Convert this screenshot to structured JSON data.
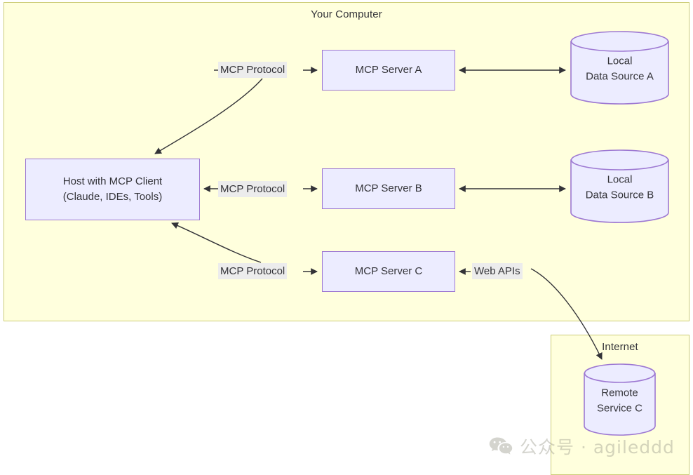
{
  "diagram": {
    "type": "architecture-flow",
    "groups": [
      {
        "id": "your-computer",
        "title": "Your Computer"
      },
      {
        "id": "internet",
        "title": "Internet"
      }
    ],
    "nodes": [
      {
        "id": "host",
        "shape": "rect",
        "line1": "Host with MCP Client",
        "line2": "(Claude, IDEs, Tools)"
      },
      {
        "id": "server-a",
        "shape": "rect",
        "line1": "MCP Server A"
      },
      {
        "id": "server-b",
        "shape": "rect",
        "line1": "MCP Server B"
      },
      {
        "id": "server-c",
        "shape": "rect",
        "line1": "MCP Server C"
      },
      {
        "id": "ds-a",
        "shape": "cylinder",
        "line1": "Local",
        "line2": "Data Source A"
      },
      {
        "id": "ds-b",
        "shape": "cylinder",
        "line1": "Local",
        "line2": "Data Source B"
      },
      {
        "id": "remote-c",
        "shape": "cylinder",
        "line1": "Remote",
        "line2": "Service C"
      }
    ],
    "edges": [
      {
        "id": "proto-a",
        "label": "MCP Protocol",
        "from": "host",
        "to": "server-a"
      },
      {
        "id": "proto-b",
        "label": "MCP Protocol",
        "from": "host",
        "to": "server-b"
      },
      {
        "id": "proto-c",
        "label": "MCP Protocol",
        "from": "host",
        "to": "server-c"
      },
      {
        "id": "ds-a-link",
        "label": "",
        "from": "server-a",
        "to": "ds-a"
      },
      {
        "id": "ds-b-link",
        "label": "",
        "from": "server-b",
        "to": "ds-b"
      },
      {
        "id": "web-apis",
        "label": "Web APIs",
        "from": "server-c",
        "to": "remote-c"
      }
    ],
    "colors": {
      "group_fill": "#ffffdd",
      "group_stroke": "#cccc77",
      "node_fill": "#ececff",
      "node_stroke": "#9d78d2",
      "edge_stroke": "#333338",
      "label_fill": "#ececec",
      "text": "#333338"
    }
  },
  "watermark": {
    "icon": "wechat-icon",
    "text": "公众号 · agileddd"
  }
}
